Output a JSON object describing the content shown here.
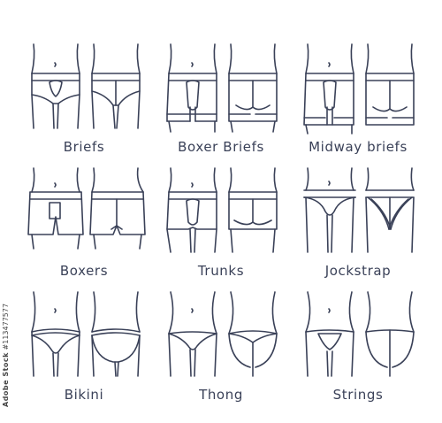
{
  "styles": [
    {
      "id": "briefs",
      "label": "Briefs"
    },
    {
      "id": "boxer-briefs",
      "label": "Boxer Briefs"
    },
    {
      "id": "midway-briefs",
      "label": "Midway briefs"
    },
    {
      "id": "boxers",
      "label": "Boxers"
    },
    {
      "id": "trunks",
      "label": "Trunks"
    },
    {
      "id": "jockstrap",
      "label": "Jockstrap"
    },
    {
      "id": "bikini",
      "label": "Bikini"
    },
    {
      "id": "thong",
      "label": "Thong"
    },
    {
      "id": "strings",
      "label": "Strings"
    }
  ],
  "watermark": {
    "brand": "Adobe Stock",
    "id": "#113477577"
  },
  "colors": {
    "line": "#3a4158",
    "background": "#ffffff"
  }
}
